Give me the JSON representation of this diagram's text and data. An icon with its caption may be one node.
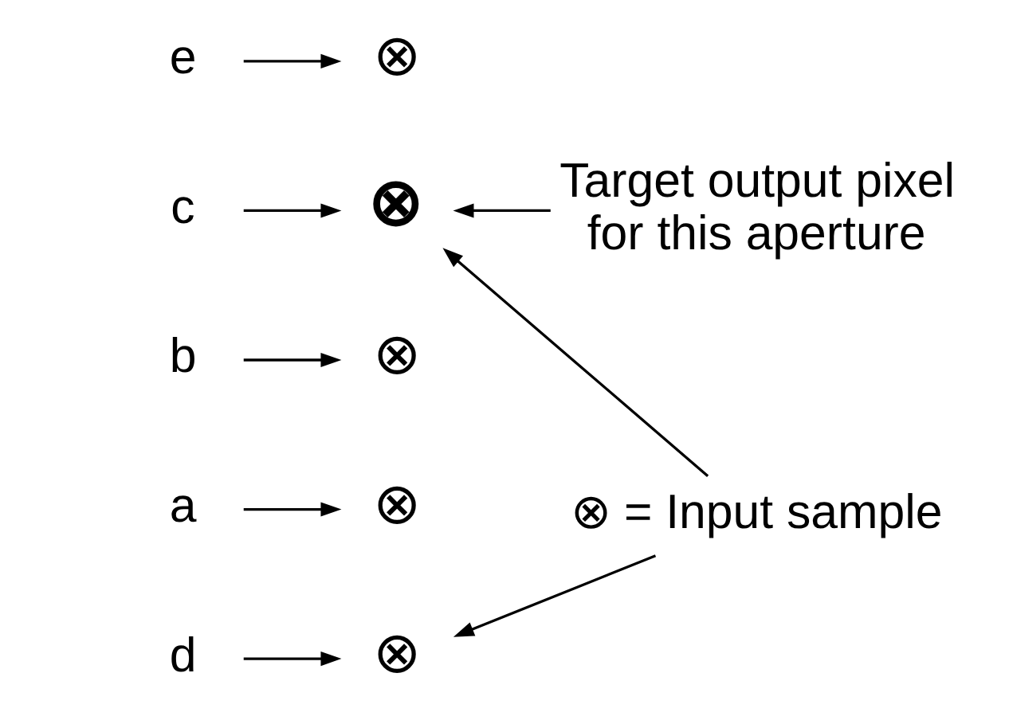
{
  "diagram": {
    "nodes": [
      {
        "text": [
          "e"
        ]
      },
      {
        "text": [
          "⊗"
        ]
      },
      {
        "text": [
          "d"
        ]
      },
      {
        "text": [
          "⊗"
        ]
      },
      {
        "text": [
          "⊗ = Input sample"
        ]
      },
      {
        "text": [
          "c"
        ]
      },
      {
        "text": [
          "⊗"
        ]
      },
      {
        "text": [
          "Target output pixel for this aperture"
        ]
      },
      {
        "text": [
          "b"
        ]
      },
      {
        "text": [
          "⊗"
        ]
      },
      {
        "text": [
          "a"
        ]
      },
      {
        "text": [
          "⊗"
        ]
      }
    ],
    "edges": [
      {
        "from": 0,
        "to": 1,
        "arrow": "to"
      },
      {
        "from": 2,
        "to": 3,
        "arrow": "to"
      },
      {
        "from": 4,
        "to": 3,
        "arrow": "to"
      },
      {
        "from": 4,
        "to": 6,
        "arrow": "to"
      },
      {
        "from": 5,
        "to": 6,
        "arrow": "to"
      },
      {
        "from": 7,
        "to": 6,
        "arrow": "to"
      },
      {
        "from": 8,
        "to": 9,
        "arrow": "to"
      },
      {
        "from": 10,
        "to": 11,
        "arrow": "to"
      }
    ]
  }
}
